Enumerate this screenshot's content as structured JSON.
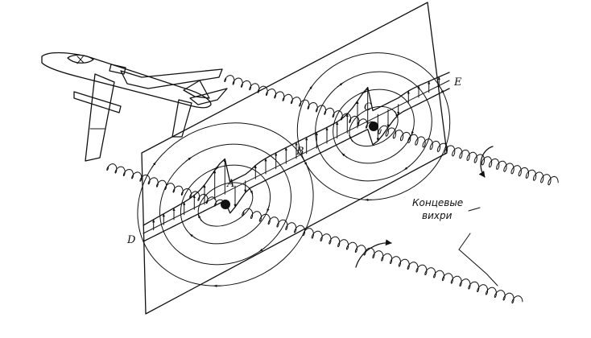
{
  "labels": {
    "point_a": "A",
    "point_b": "B",
    "point_c": "C",
    "point_d": "D",
    "point_e": "E"
  },
  "caption": {
    "line1": "Концевые",
    "line2": "вихри"
  },
  "colors": {
    "ink": "#111111",
    "paper": "#ffffff"
  }
}
